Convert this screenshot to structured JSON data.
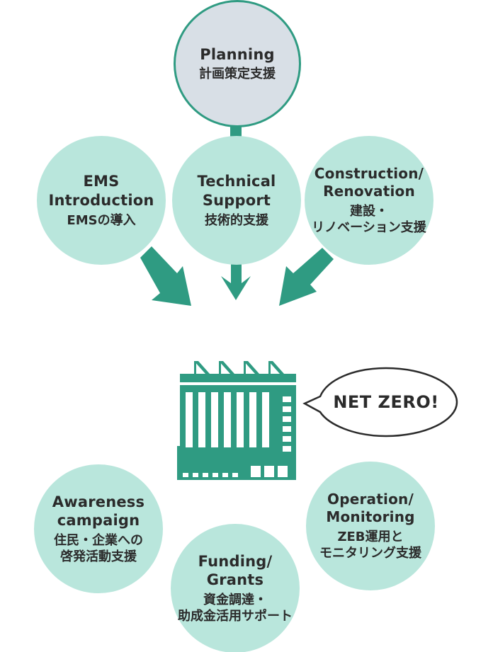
{
  "colors": {
    "accent": "#2f9b82",
    "node_fill": "#b9e6dc",
    "planning_fill": "#d8dfe6"
  },
  "nodes": {
    "planning": {
      "en": "Planning",
      "ja": "計画策定支援"
    },
    "ems": {
      "en": [
        "EMS",
        "Introduction"
      ],
      "ja": "EMSの導入"
    },
    "technical": {
      "en": [
        "Technical",
        "Support"
      ],
      "ja": "技術的支援"
    },
    "construction": {
      "en": [
        "Construction/",
        "Renovation"
      ],
      "ja": [
        "建設・",
        "リノベーション支援"
      ]
    },
    "awareness": {
      "en": [
        "Awareness",
        "campaign"
      ],
      "ja": [
        "住民・企業への",
        "啓発活動支援"
      ]
    },
    "operation": {
      "en": [
        "Operation/",
        "Monitoring"
      ],
      "ja": [
        "ZEB運用と",
        "モニタリング支援"
      ]
    },
    "funding": {
      "en": [
        "Funding/",
        "Grants"
      ],
      "ja": [
        "資金調達・",
        "助成金活用サポート"
      ]
    }
  },
  "speech_bubble": {
    "text": "NET ZERO!"
  },
  "icons": {
    "building": "building-icon",
    "arrows": "arrow-down-icon"
  }
}
